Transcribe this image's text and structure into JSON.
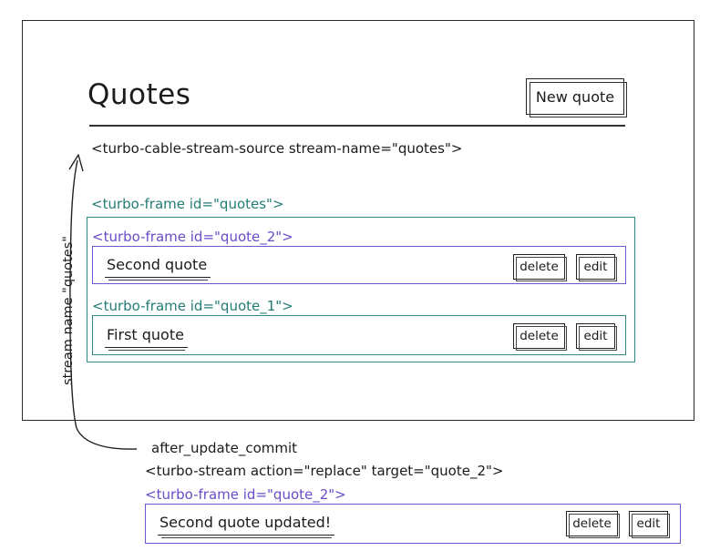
{
  "page": {
    "title": "Quotes",
    "new_quote_label": "New quote",
    "stream_source": "<turbo-cable-stream-source stream-name=\"quotes\">"
  },
  "outer_frame": {
    "label": "<turbo-frame id=\"quotes\">"
  },
  "rows": [
    {
      "frame_label": "<turbo-frame id=\"quote_2\">",
      "text": "Second quote",
      "delete_label": "delete",
      "edit_label": "edit"
    },
    {
      "frame_label": "<turbo-frame id=\"quote_1\">",
      "text": "First quote",
      "delete_label": "delete",
      "edit_label": "edit"
    }
  ],
  "side_label": "stream name \"quotes\"",
  "callback": {
    "name": "after_update_commit",
    "stream_tag": "<turbo-stream action=\"replace\" target=\"quote_2\">",
    "frame_label": "<turbo-frame id=\"quote_2\">",
    "text": "Second quote updated!",
    "delete_label": "delete",
    "edit_label": "edit"
  },
  "colors": {
    "teal": "#237d75",
    "purple": "#6a4cc8",
    "ink": "#1b1b1b"
  }
}
